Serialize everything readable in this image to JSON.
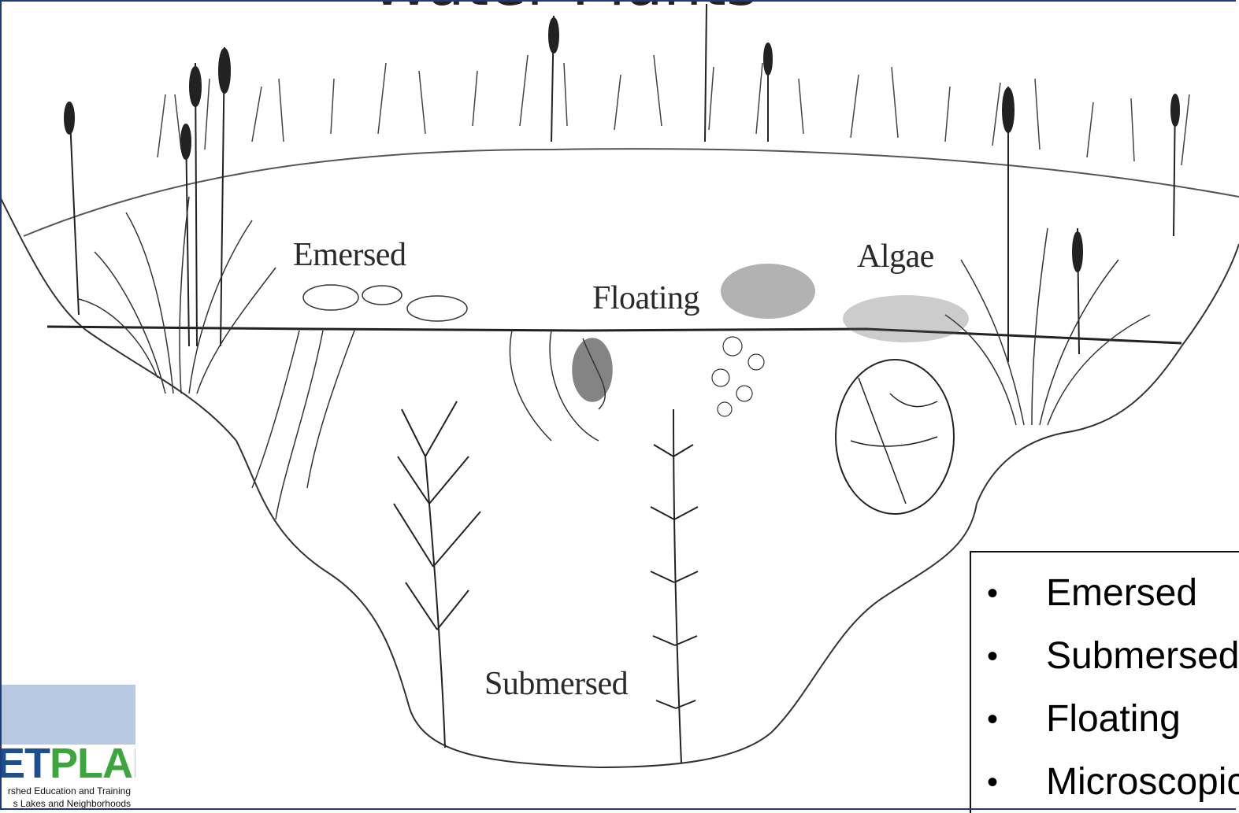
{
  "slide": {
    "title_fragment": "Water Plants"
  },
  "diagram": {
    "labels": {
      "emersed": "Emersed",
      "floating": "Floating",
      "algae": "Algae",
      "submersed": "Submersed"
    }
  },
  "legend": {
    "bullet": "•",
    "items": [
      "Emersed",
      "Submersed",
      "Floating",
      "Microscopic"
    ]
  },
  "logo": {
    "word_part1": "ET",
    "word_part2": "PLAN",
    "line1": "rshed Education and Training",
    "line2": "s Lakes and Neighborhoods"
  },
  "colors": {
    "frame": "#1f3a7a",
    "logo_blue": "#1e4f8c",
    "logo_green": "#3aa63c",
    "logo_band": "#b7c9e2"
  }
}
